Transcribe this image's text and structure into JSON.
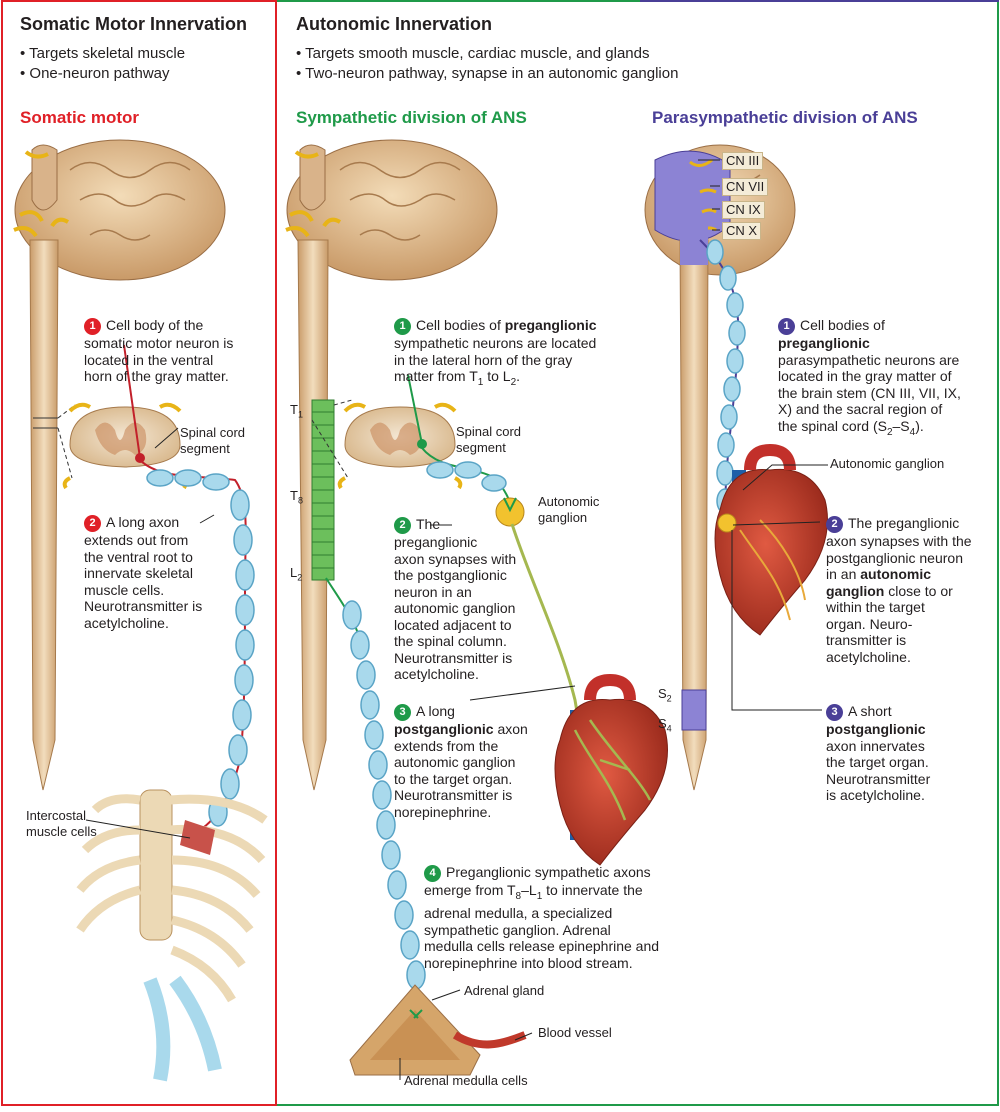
{
  "colors": {
    "somatic": "#e02027",
    "sympathetic": "#1f9a49",
    "parasympathetic": "#4a3f97"
  },
  "somatic_panel": {
    "heading": "Somatic Motor Innervation",
    "bullets": [
      "• Targets skeletal muscle",
      "• One-neuron pathway"
    ],
    "subheading": "Somatic motor",
    "step1": {
      "num": "1",
      "lines": [
        "Cell body of the",
        "somatic motor neuron is",
        "located in the ventral",
        "horn of the gray matter."
      ]
    },
    "step2": {
      "num": "2",
      "lines": [
        "A long axon",
        "extends out from",
        "the ventral root to",
        "innervate skeletal",
        "muscle cells.",
        "Neurotransmitter is",
        "acetylcholine."
      ]
    },
    "spinal_label": [
      "Spinal cord",
      "segment"
    ],
    "intercostal_label": [
      "Intercostal",
      "muscle cells"
    ]
  },
  "autonomic_panel": {
    "heading": "Autonomic Innervation",
    "bullets": [
      "• Targets smooth muscle, cardiac muscle, and glands",
      "• Two-neuron pathway, synapse in an autonomic ganglion"
    ]
  },
  "sympathetic": {
    "subheading": "Sympathetic division of ANS",
    "step1": {
      "num": "1",
      "line1_pre": "Cell bodies of ",
      "line1_bold": "preganglionic",
      "lines": [
        "sympathetic neurons are located",
        "in the lateral horn of the gray"
      ],
      "line4_pre": "matter from T",
      "line4_sub1": "1",
      "line4_mid": " to L",
      "line4_sub2": "2",
      "line4_end": "."
    },
    "step2": {
      "num": "2",
      "first": "The",
      "lines": [
        "preganglionic",
        "axon synapses with",
        "the postganglionic",
        "neuron in an",
        "autonomic ganglion",
        "located adjacent to",
        "the spinal column.",
        "Neurotransmitter is",
        "acetylcholine."
      ]
    },
    "step3": {
      "num": "3",
      "first": "A long",
      "bold": "postganglionic",
      "bold_after": " axon",
      "lines": [
        "extends from the",
        "autonomic ganglion",
        "to the target organ.",
        "Neurotransmitter is",
        "norepinephrine."
      ]
    },
    "step4": {
      "num": "4",
      "first": "Preganglionic sympathetic axons",
      "line2_pre": "emerge from T",
      "line2_sub1": "8",
      "line2_mid": "–L",
      "line2_sub2": "1",
      "line2_end": " to innervate the",
      "lines": [
        "adrenal medulla, a specialized",
        "sympathetic ganglion. Adrenal",
        "medulla cells release epinephrine and",
        "norepinephrine into blood stream."
      ]
    },
    "spinal_label": [
      "Spinal cord",
      "segment"
    ],
    "ganglion_label": [
      "Autonomic",
      "ganglion"
    ],
    "levels": {
      "t1": "T",
      "t1_sub": "1",
      "t8": "T",
      "t8_sub": "8",
      "l2": "L",
      "l2_sub": "2"
    },
    "adrenal_gland": "Adrenal gland",
    "blood_vessel": "Blood vessel",
    "adrenal_medulla": "Adrenal medulla cells"
  },
  "parasympathetic": {
    "subheading": "Parasympathetic division of ANS",
    "cranial_nerves": [
      "CN III",
      "CN VII",
      "CN IX",
      "CN X"
    ],
    "step1": {
      "num": "1",
      "first": "Cell bodies of",
      "bold": "preganglionic",
      "lines": [
        "parasympathetic neurons are",
        "located in the gray matter of",
        "the brain stem (CN III, VII, IX,",
        "X) and the sacral region of"
      ],
      "last_pre": "the spinal cord (S",
      "last_sub1": "2",
      "last_mid": "–S",
      "last_sub2": "4",
      "last_end": ")."
    },
    "step2": {
      "num": "2",
      "first": "The preganglionic",
      "lines": [
        "axon synapses with the",
        "postganglionic neuron"
      ],
      "line4_pre": "in an ",
      "line4_bold": "autonomic",
      "line5_bold": "ganglion",
      "line5_end": " close to or",
      "lines2": [
        "within the target",
        "organ. Neuro-",
        "transmitter is",
        "acetylcholine."
      ]
    },
    "step3": {
      "num": "3",
      "first": "A short",
      "bold": "postganglionic",
      "lines": [
        "axon innervates",
        "the target organ.",
        "Neurotransmitter",
        "is acetylcholine."
      ]
    },
    "ganglion_label": "Autonomic ganglion",
    "levels": {
      "s2": "S",
      "s2_sub": "2",
      "s4": "S",
      "s4_sub": "4"
    }
  }
}
